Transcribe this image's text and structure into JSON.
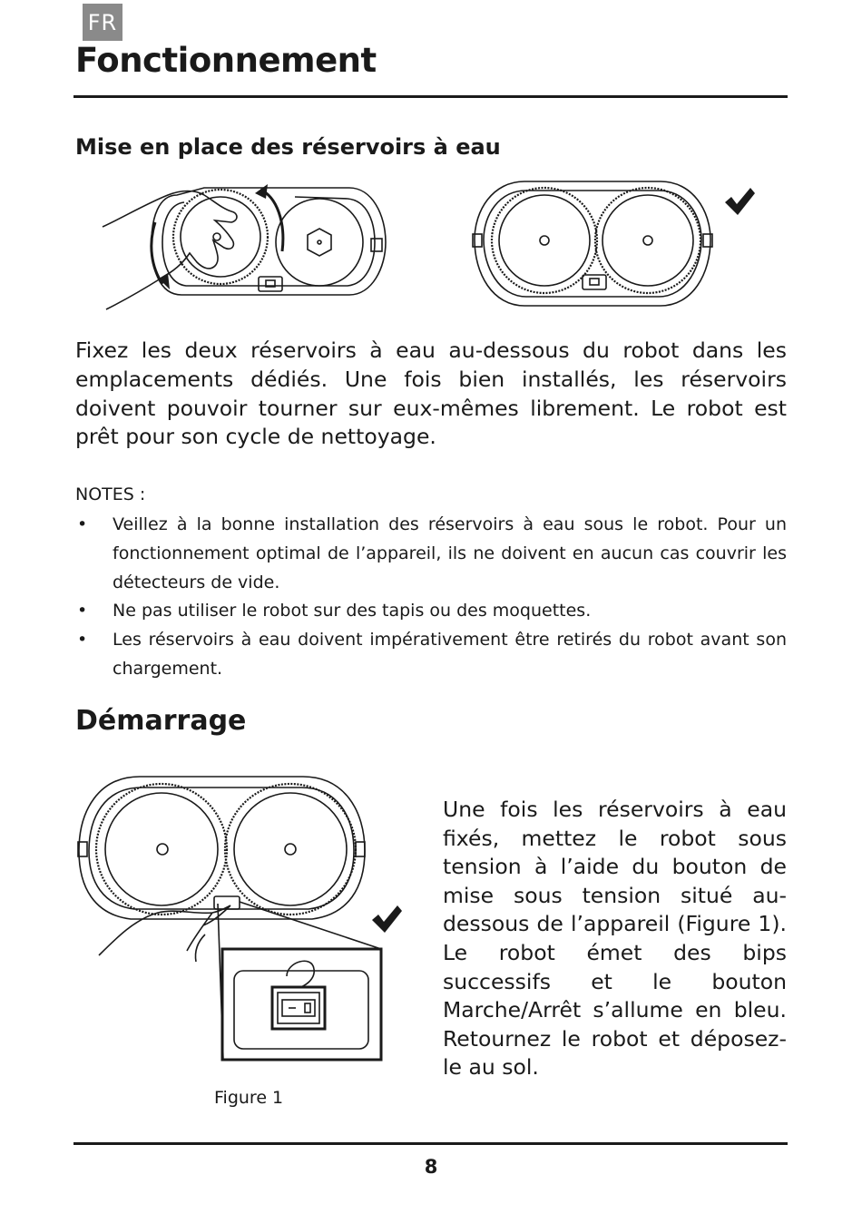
{
  "header": {
    "lang_tab": "FR",
    "title": "Fonctionnement"
  },
  "section_water": {
    "subtitle": "Mise en place des réservoirs à eau",
    "paragraph": "Fixez les deux réservoirs à eau au-dessous du robot dans les emplacements dédiés. Une fois bien installés, les réservoirs doivent pouvoir tourner sur eux-mêmes librement. Le robot est prêt pour son cycle de nettoyage."
  },
  "notes": {
    "label": "NOTES :",
    "bullet": "•",
    "items": [
      "Veillez à la bonne installation des réservoirs à eau sous le robot. Pour un fonctionnement optimal de l’appareil, ils ne doivent en aucun cas couvrir les détecteurs de vide.",
      "Ne pas utiliser le robot sur des tapis ou des moquettes.",
      "Les réservoirs à eau doivent impérativement être retirés du robot avant son chargement."
    ]
  },
  "section_start": {
    "title": "Démarrage",
    "paragraph": "Une fois les réservoirs à eau fixés, mettez le robot sous tension à l’aide du bouton de mise sous tension situé au-dessous de l’appareil (Figure 1). Le robot émet des bips successifs et le bouton Marche/Arrêt s’allume en bleu. Retournez le robot et déposez-le au sol.",
    "caption": "Figure 1"
  },
  "footer": {
    "page_number": "8"
  },
  "icons": [
    "checkmark-icon",
    "rotation-arrow-icon",
    "hand-illustration",
    "power-switch-illustration"
  ]
}
